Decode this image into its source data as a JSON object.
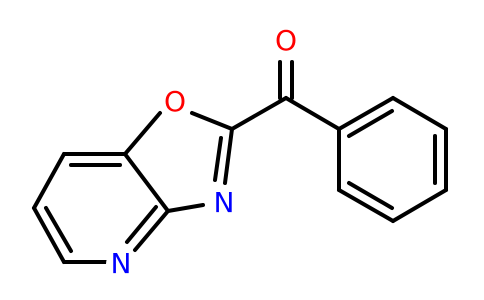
{
  "molecule": {
    "atoms": {
      "carbonyl_o": {
        "symbol": "O",
        "color": "#ff0000"
      },
      "ring_o": {
        "symbol": "O",
        "color": "#ff0000"
      },
      "azole_n": {
        "symbol": "N",
        "color": "#0000ff"
      },
      "pyridine_n": {
        "symbol": "N",
        "color": "#0000ff"
      }
    },
    "bond_color": "#000000"
  }
}
